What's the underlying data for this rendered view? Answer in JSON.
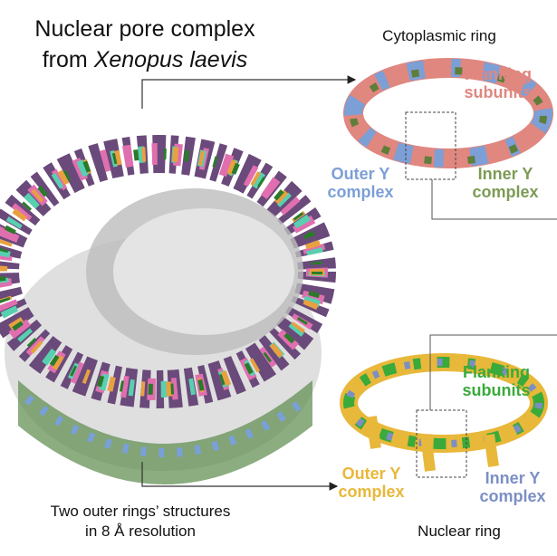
{
  "title": {
    "line1": "Nuclear pore complex",
    "line2_prefix": "from ",
    "line2_italic": "Xenopus laevis"
  },
  "caption": {
    "line1": "Two outer rings’ structures",
    "line2": "in 8 Å resolution"
  },
  "cytoplasmic": {
    "heading": "Cytoplasmic ring",
    "flanking": [
      "Flanking",
      "subunits"
    ],
    "outer_y": [
      "Outer Y",
      "complex"
    ],
    "inner_y": [
      "Inner Y",
      "complex"
    ],
    "colors": {
      "flanking": "#e0877f",
      "outer_y": "#7c9fd6",
      "inner_y": "#7d9b55"
    }
  },
  "nuclear": {
    "heading": "Nuclear ring",
    "flanking": [
      "Flanking",
      "subunits"
    ],
    "outer_y": [
      "Outer Y",
      "complex"
    ],
    "inner_y": [
      "Inner Y",
      "complex"
    ],
    "colors": {
      "flanking": "#3aaa3a",
      "outer_y": "#e8b83a",
      "inner_y": "#7b8fc4"
    }
  }
}
